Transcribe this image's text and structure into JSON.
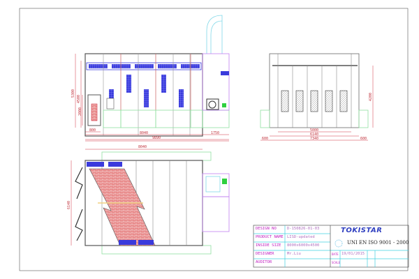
{
  "side_view": {
    "dims": {
      "total_height": "5300",
      "inner_height": "4500",
      "door_height": "2000",
      "door_width": "800",
      "booth_length": "8040",
      "overall_length": "9890",
      "extension_length": "1750"
    }
  },
  "front_view": {
    "dims": {
      "height": "4200",
      "door_span": "5000",
      "inner_width": "6140",
      "overall_width": "7340",
      "left_base": "600",
      "right_base": "600"
    }
  },
  "plan_view": {
    "dims": {
      "length": "8040",
      "width": "6140",
      "overall_top": "9890"
    }
  },
  "title_block": {
    "design_no_label": "DESIGN NO",
    "design_no": "D-150826-01-03",
    "product_name_label": "PRODUCT NAME",
    "product_name": "LISD-updated",
    "inside_size_label": "INSIDE SIZE",
    "inside_size": "8000x6000x4500",
    "designer_label": "DESIGNER",
    "designer": "Mr.Liu",
    "auditor_label": "AUDITOR",
    "date_label": "DATE",
    "date": "19/01/2015",
    "scale_label": "SCALE",
    "logo": "TOKISTAR",
    "certification": "UNI EN ISO 9001 - 2000"
  },
  "colors": {
    "dimension": "#d03040",
    "filter": "#3a3adc",
    "base": "#80e090",
    "extension": "#c080f0",
    "duct": "#80d8e8",
    "grate": "#e07070"
  }
}
